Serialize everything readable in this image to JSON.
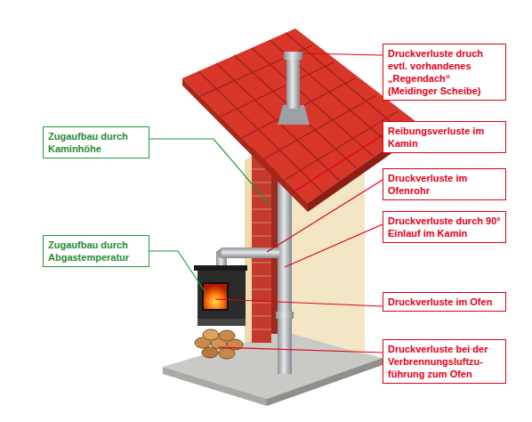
{
  "diagram": {
    "nodes": [
      {
        "text": [
          "Druckverluste druch evtl. vorhandenes „Regendach“ (Meidinger Scheibe)"
        ]
      },
      {
        "text": [
          "Reibungsverluste im Kamin"
        ]
      },
      {
        "text": [
          "Zugaufbau durch Kaminhöhe"
        ]
      },
      {
        "text": [
          "Druckverluste im Ofenrohr"
        ]
      },
      {
        "text": [
          "Druckverluste durch 90° Einlauf im Kamin"
        ]
      },
      {
        "text": [
          "Zugaufbau durch Abgastemperatur"
        ]
      },
      {
        "text": [
          "Druckverluste im Ofen"
        ]
      },
      {
        "text": [
          "Druckverluste bei der Verbrennungsluftzu- führung zum Ofen"
        ]
      }
    ]
  }
}
